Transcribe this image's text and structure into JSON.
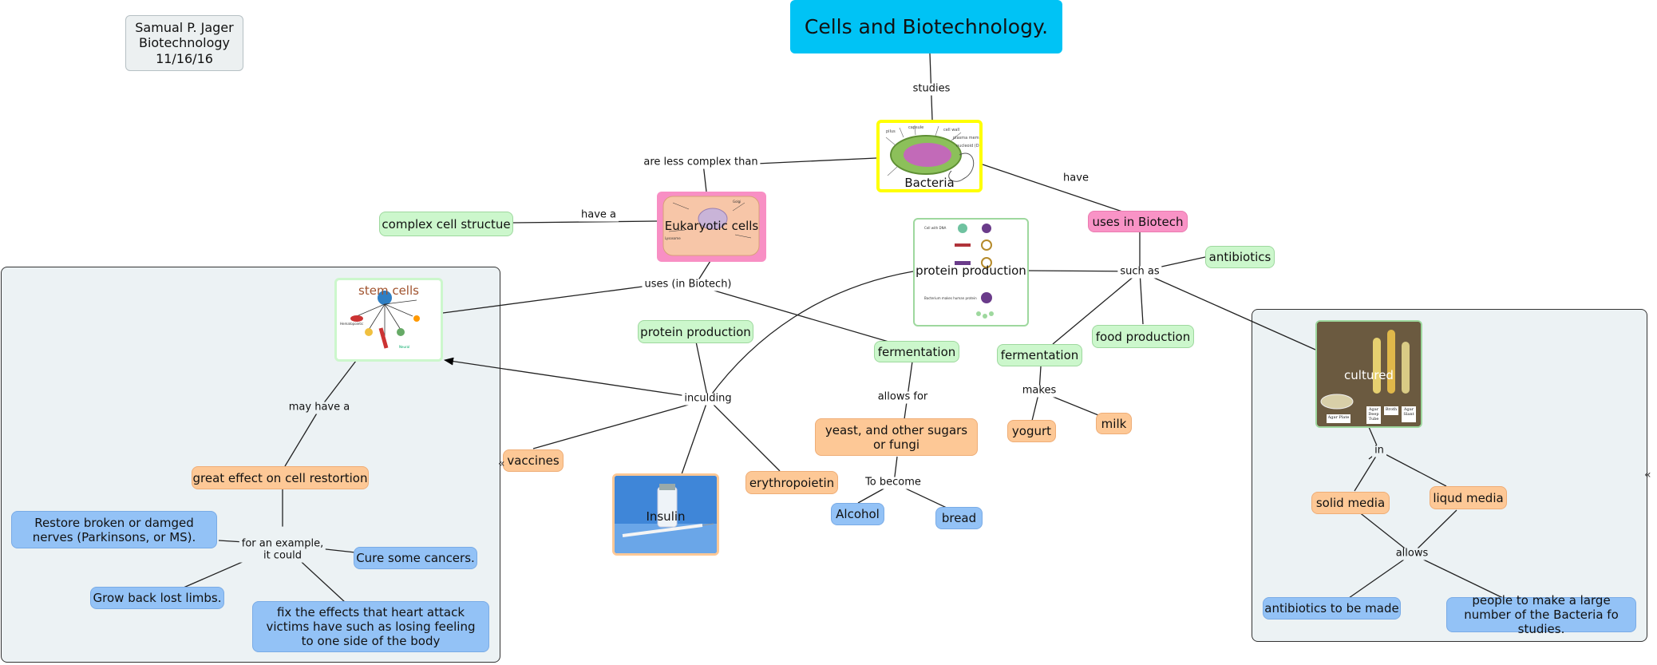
{
  "author_note": {
    "line1": "Samual P. Jager",
    "line2": "Biotechnology",
    "line3": "11/16/16"
  },
  "title": "Cells and Biotechnology.",
  "nodes": {
    "bacteria": "Bacteria",
    "eukaryotic": "Eukaryotic cells",
    "complex_structure": "complex cell structue",
    "uses_biotech": "uses in Biotech",
    "antibiotics": "antibiotics",
    "protein_production_img": "protein production",
    "protein_production": "protein production",
    "fermentation_left": "fermentation",
    "fermentation_right": "fermentation",
    "food_production": "food production",
    "stem_cells": "stem cells",
    "cultured": "cultured",
    "yeast": "yeast, and other sugars or fungi",
    "yogurt": "yogurt",
    "milk": "milk",
    "vaccines": "vaccines",
    "insulin": "Insulin",
    "erythropoietin": "erythropoietin",
    "alcohol": "Alcohol",
    "bread": "bread",
    "great_effect": "great effect on cell restortion",
    "restore_nerves": "Restore broken or damged nerves (Parkinsons, or MS).",
    "cure_cancers": "Cure some cancers.",
    "grow_limbs": "Grow back lost limbs.",
    "heart_attack": "fix the effects that heart attack victims have such as losing feeling to one side of the body",
    "solid_media": "solid media",
    "liquid_media": "liqud media",
    "antibiotics_made": "antibiotics to be made",
    "large_number": "people to make a large number of the Bacteria fo studies."
  },
  "links": {
    "studies": "studies",
    "less_complex": "are less complex than",
    "have": "have",
    "have_a": "have a",
    "uses_in_biotech": "uses (in Biotech)",
    "such_as": "such as",
    "including": "inculding",
    "allows_for": "allows for",
    "makes": "makes",
    "to_become": "To become",
    "may_have_a": "may have a",
    "for_example": "for an example,\nit could",
    "in": "in",
    "allows": "allows"
  },
  "image_captions": {
    "agar_plate": "Agar Plate",
    "agar_deep": "Agar Deep Tube",
    "broth": "Broth",
    "agar_slant": "Agar Slant"
  },
  "icons": {
    "collapse_left": "«",
    "collapse_right": "«"
  },
  "colors": {
    "title_bg": "#00c3f5",
    "green_node": "#ccf7cc",
    "orange_node": "#fdc896",
    "blue_node": "#93c2f6",
    "pink_node": "#f993c6",
    "group_bg": "#ecf2f4",
    "bacteria_border": "#ffff00"
  }
}
